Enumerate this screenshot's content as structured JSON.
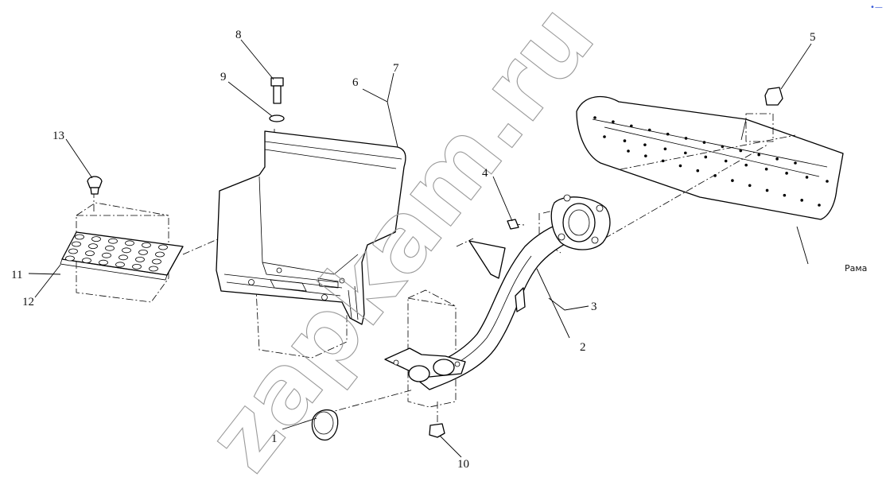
{
  "watermark": {
    "text": "zapkam.ru",
    "color": "#9a9a9a"
  },
  "corner_mark": {
    "text": "•—",
    "color": "#3a5bd9"
  },
  "callouts": [
    {
      "id": "1",
      "text": "1"
    },
    {
      "id": "2",
      "text": "2"
    },
    {
      "id": "3",
      "text": "3"
    },
    {
      "id": "4",
      "text": "4"
    },
    {
      "id": "5",
      "text": "5"
    },
    {
      "id": "6",
      "text": "6"
    },
    {
      "id": "7",
      "text": "7"
    },
    {
      "id": "8",
      "text": "8"
    },
    {
      "id": "9",
      "text": "9"
    },
    {
      "id": "10",
      "text": "10"
    },
    {
      "id": "11",
      "text": "11"
    },
    {
      "id": "12",
      "text": "12"
    },
    {
      "id": "13",
      "text": "13"
    }
  ],
  "frame_label": "Рама"
}
